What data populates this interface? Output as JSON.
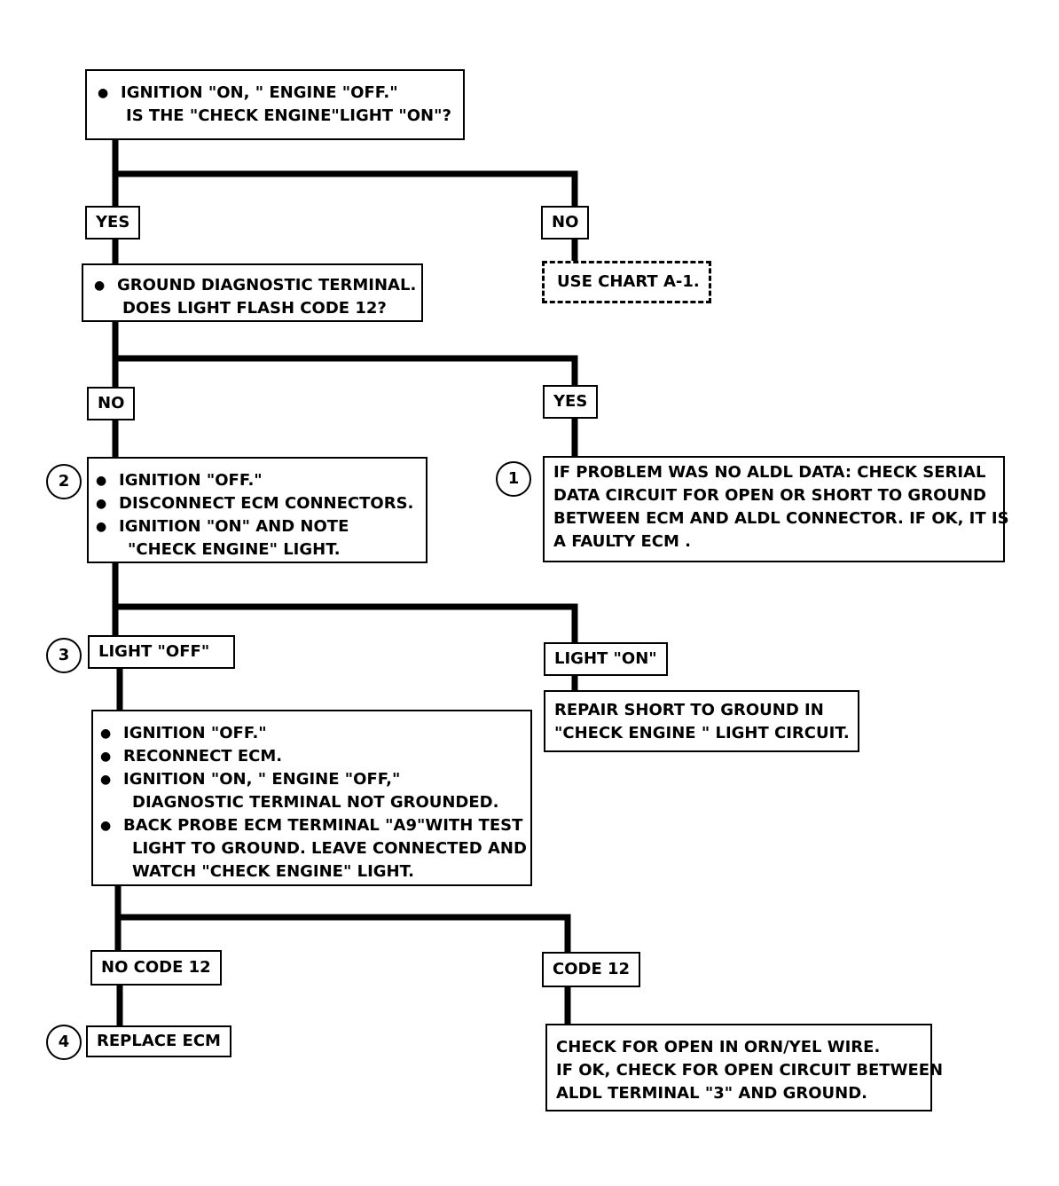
{
  "step_start": {
    "bullet": "IGNITION \"ON, \" ENGINE \"OFF.\"",
    "line2": "IS THE \"CHECK ENGINE\"LIGHT \"ON\"?"
  },
  "branch1": {
    "yes_label": "YES",
    "no_label": "NO"
  },
  "use_chart": "USE CHART A-1.",
  "step_ground": {
    "bullet": "GROUND DIAGNOSTIC TERMINAL.",
    "line2": "DOES LIGHT FLASH CODE 12?"
  },
  "branch2": {
    "no_label": "NO",
    "yes_label": "YES"
  },
  "marker_1": "1",
  "result_no_aldl": [
    "IF PROBLEM WAS NO ALDL DATA:   CHECK SERIAL",
    "DATA CIRCUIT  FOR OPEN OR SHORT TO GROUND",
    "BETWEEN ECM AND ALDL CONNECTOR.  IF OK, IT IS",
    "A FAULTY ECM ."
  ],
  "marker_2": "2",
  "step_disconnect": {
    "b1": "IGNITION \"OFF.\"",
    "b2": "DISCONNECT ECM CONNECTORS.",
    "b3": "IGNITION \"ON\" AND NOTE",
    "b3_line2": "\"CHECK ENGINE\" LIGHT."
  },
  "marker_3": "3",
  "branch3": {
    "off_label": "LIGHT \"OFF\"",
    "on_label": "LIGHT \"ON\""
  },
  "result_repair_short": [
    "REPAIR SHORT TO GROUND IN",
    "\"CHECK ENGINE \" LIGHT CIRCUIT."
  ],
  "step_reconnect": {
    "b1": "IGNITION \"OFF.\"",
    "b2": "RECONNECT ECM.",
    "b3": "IGNITION \"ON, \"  ENGINE \"OFF,\"",
    "b3_line2": "DIAGNOSTIC TERMINAL NOT GROUNDED.",
    "b4": "BACK PROBE ECM TERMINAL \"A9\"WITH TEST",
    "b4_line2": "LIGHT TO GROUND.  LEAVE CONNECTED AND",
    "b4_line3": "WATCH \"CHECK ENGINE\" LIGHT."
  },
  "branch4": {
    "no_code_label": "NO CODE 12",
    "code_label": "CODE 12"
  },
  "marker_4": "4",
  "result_replace_ecm": "REPLACE ECM",
  "result_check_open": [
    "CHECK FOR OPEN IN ORN/YEL WIRE.",
    "IF OK, CHECK FOR OPEN CIRCUIT BETWEEN",
    "ALDL TERMINAL \"3\" AND GROUND."
  ]
}
